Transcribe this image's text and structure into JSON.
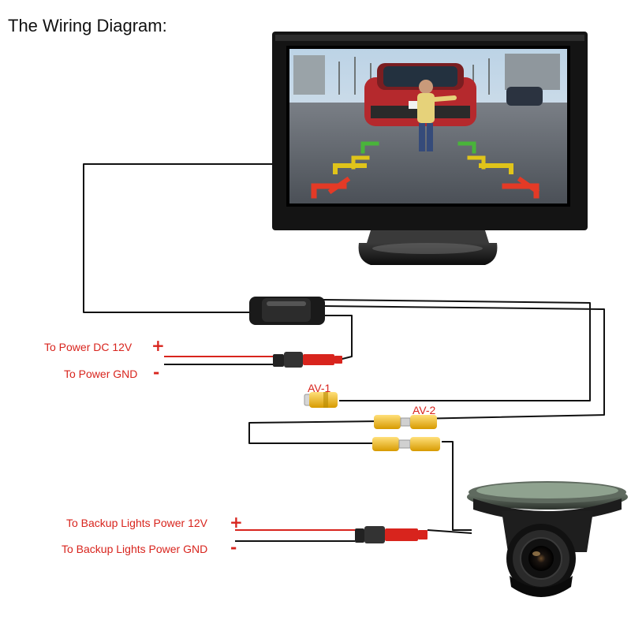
{
  "title": "The Wiring Diagram:",
  "power": {
    "dc_label": "To Power DC 12V",
    "dc_sign": "+",
    "gnd_label": "To Power GND",
    "gnd_sign": "-"
  },
  "av1_label": "AV-1",
  "av2_label": "AV-2",
  "backup": {
    "power_label": "To Backup Lights Power 12V",
    "power_sign": "+",
    "gnd_label": "To Backup Lights Power GND",
    "gnd_sign": "-"
  },
  "colors": {
    "label_red": "#d8241d",
    "wire_black": "#111111",
    "wire_red": "#d8241d",
    "rca_yellow": "#e8b800"
  },
  "icons": {
    "monitor": "monitor-icon",
    "camera": "camera-icon",
    "control_box": "control-box-icon"
  }
}
